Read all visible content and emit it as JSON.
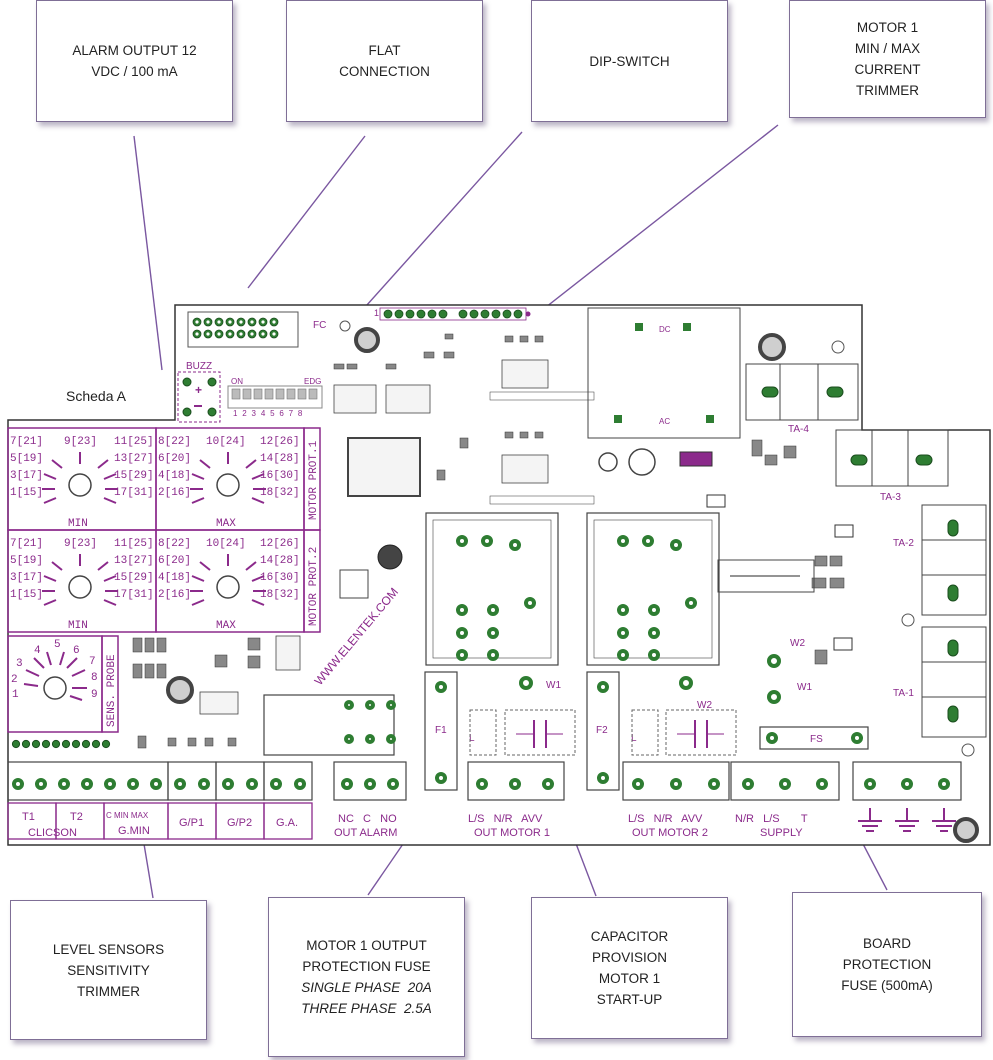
{
  "colors": {
    "accent": "#8b2a8b",
    "pad": "#2e7d32",
    "leader": "#7a57a0",
    "board_outline": "#333333"
  },
  "board": {
    "name": "Scheda A",
    "watermark": "WWW.ELENTEK.COM"
  },
  "callouts": {
    "alarm_output": [
      "ALARM OUTPUT 12",
      "VDC / 100 mA"
    ],
    "flat_connection": [
      "FLAT",
      "CONNECTION"
    ],
    "dip_switch": [
      "DIP-SWITCH"
    ],
    "motor1_trimmer": [
      "MOTOR 1",
      "MIN / MAX",
      "CURRENT",
      "TRIMMER"
    ],
    "level_sensors": [
      "LEVEL SENSORS",
      "SENSITIVITY",
      "TRIMMER"
    ],
    "motor1_fuse": [
      "MOTOR 1 OUTPUT",
      "PROTECTION FUSE",
      "SINGLE PHASE  20A",
      "THREE PHASE  2.5A"
    ],
    "capacitor": [
      "CAPACITOR",
      "PROVISION",
      "MOTOR 1",
      "START-UP"
    ],
    "board_fuse": [
      "BOARD",
      "PROTECTION",
      "FUSE (500mA)"
    ]
  },
  "silkscreen": {
    "fc": "FC",
    "buzz": "BUZZ",
    "on": "ON",
    "edg": "EDG",
    "dip_numbers": "1 2 3 4 5 6 7 8",
    "flat_pin1": "1",
    "dc": "DC",
    "ac": "AC",
    "ta4": "TA-4",
    "ta3": "TA-3",
    "ta2": "TA-2",
    "ta1": "TA-1",
    "motor_prot_1": "MOTOR PROT.1",
    "motor_prot_2": "MOTOR PROT.2",
    "sens_probe": "SENS. PROBE",
    "min": "MIN",
    "max": "MAX",
    "dial_min_left": [
      "7[21]",
      "5[19]",
      "3[17]",
      "1[15]"
    ],
    "dial_min_top": "9[23]",
    "dial_min_right": [
      "11[25]",
      "13[27]",
      "15[29]",
      "17[31]"
    ],
    "dial_max_left": [
      "8[22]",
      "6[20]",
      "4[18]",
      "2[16]"
    ],
    "dial_max_top": "10[24]",
    "dial_max_right": [
      "12[26]",
      "14[28]",
      "16[30]",
      "18[32]"
    ],
    "sens_numbers": [
      "1",
      "2",
      "3",
      "4",
      "5",
      "6",
      "7",
      "8",
      "9"
    ],
    "f1": "F1",
    "f2": "F2",
    "fs": "FS",
    "w1": "W1",
    "w2": "W2",
    "l": "L",
    "terminal_t1": "T1",
    "terminal_t2": "T2",
    "clicson": "CLICSON",
    "c_min_max": "C  MIN  MAX",
    "gmin": "G.MIN",
    "gp1": "G/P1",
    "gp2": "G/P2",
    "ga": "G.A.",
    "alarm_pins": "NC   C   NO",
    "out_alarm": "OUT ALARM",
    "motor_pins": "L/S   N/R   AVV",
    "out_motor_1": "OUT MOTOR 1",
    "out_motor_2": "OUT MOTOR 2",
    "supply_pins": "N/R   L/S       T",
    "supply": "SUPPLY"
  }
}
